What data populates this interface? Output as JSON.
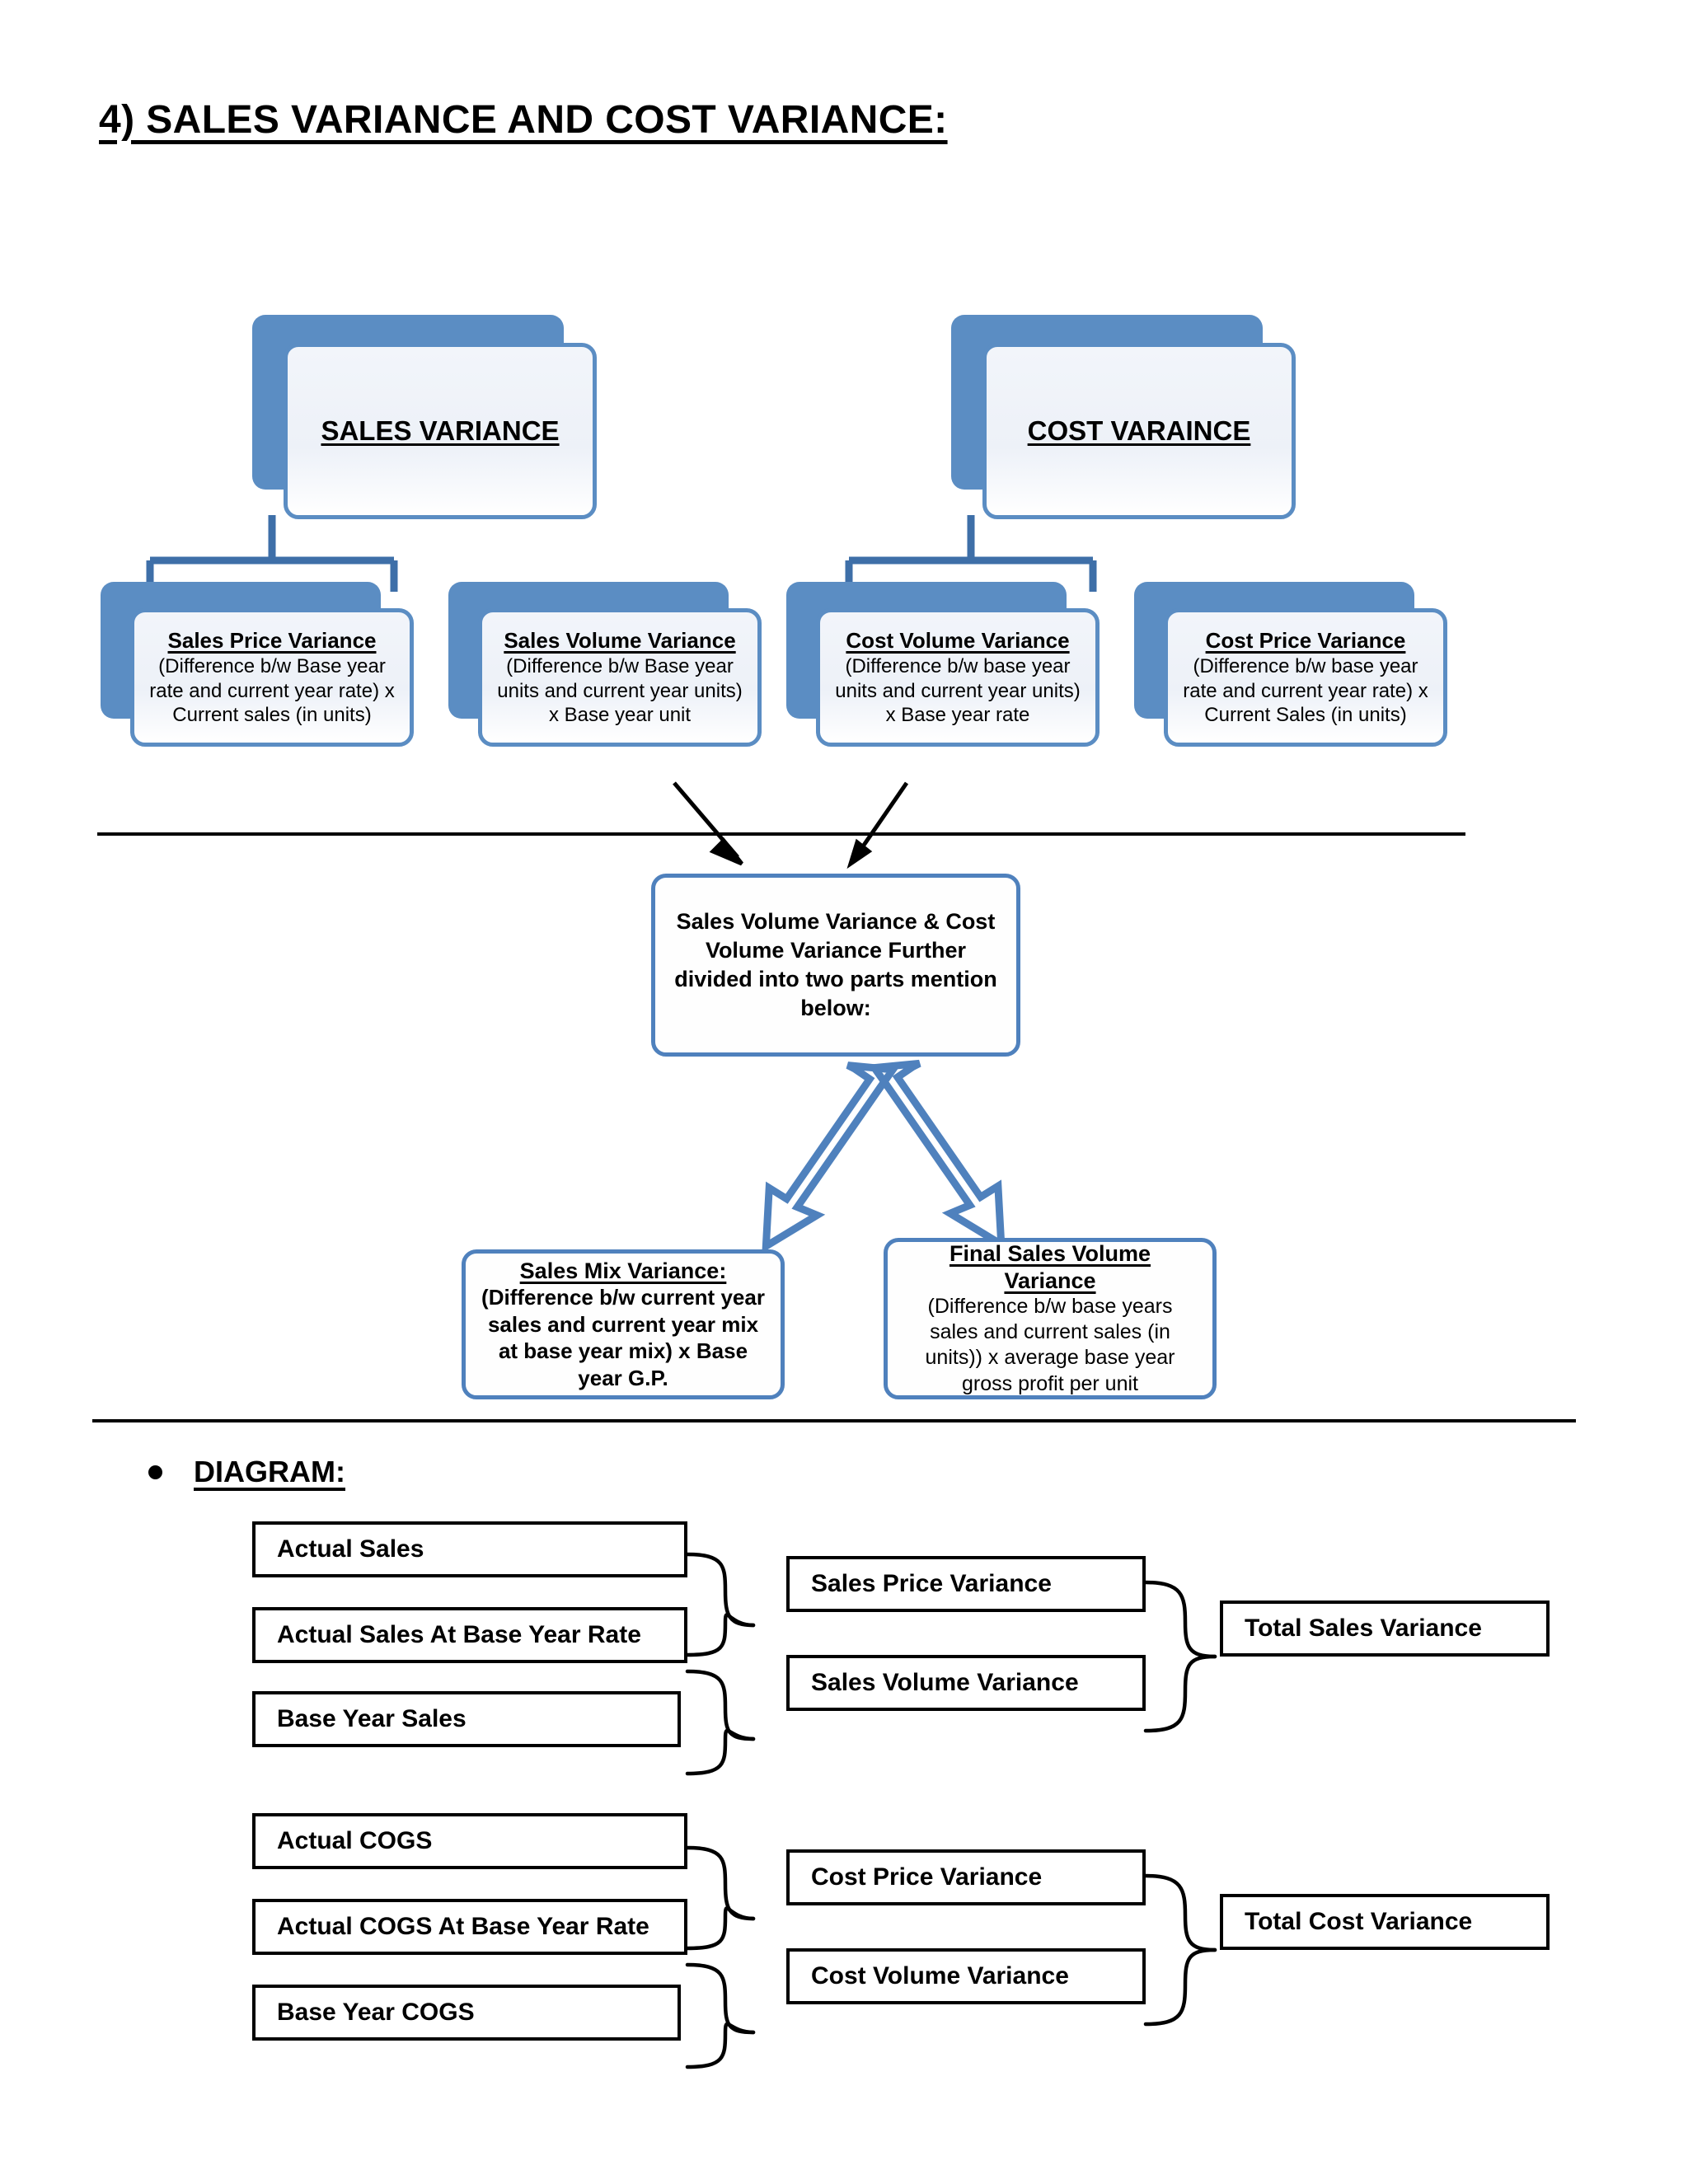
{
  "document": {
    "title": "4) SALES VARIANCE AND COST VARIANCE:"
  },
  "flowchart": {
    "level1": [
      {
        "title": "SALES VARIANCE"
      },
      {
        "title": "COST VARAINCE"
      }
    ],
    "level2": [
      {
        "title": "Sales Price Variance",
        "body": "(Difference b/w Base year rate and current year rate) x Current sales (in units)"
      },
      {
        "title": "Sales Volume Variance",
        "body": "(Difference b/w Base year units and current year units) x Base year unit"
      },
      {
        "title": "Cost Volume Variance",
        "body": "(Difference b/w base year units and current year units) x Base year rate"
      },
      {
        "title": "Cost Price Variance",
        "body": "(Difference b/w base year rate and current year rate) x Current Sales (in units)"
      }
    ],
    "merge_note": "Sales Volume Variance & Cost Volume Variance Further divided into two parts mention below:",
    "split": [
      {
        "title": "Sales Mix Variance:",
        "body": "(Difference b/w current year sales and current year mix at base year mix) x Base year G.P."
      },
      {
        "title": "Final Sales Volume Variance",
        "body": "(Difference b/w base years sales and current sales (in units)) x average base year gross profit per unit"
      }
    ]
  },
  "diagram_section": {
    "heading": "DIAGRAM:",
    "groups": [
      {
        "inputs": [
          "Actual Sales",
          "Actual Sales At Base Year Rate",
          "Base Year Sales"
        ],
        "variances": [
          "Sales Price Variance",
          "Sales Volume Variance"
        ],
        "total": "Total Sales Variance"
      },
      {
        "inputs": [
          "Actual COGS",
          "Actual COGS At Base Year Rate",
          "Base Year COGS"
        ],
        "variances": [
          "Cost Price Variance",
          "Cost Volume Variance"
        ],
        "total": "Total Cost Variance"
      }
    ]
  },
  "colors": {
    "accent_blue": "#4F81BD",
    "shadow_blue": "#5B8DC3",
    "box_fill": "#EDF1F8",
    "rule_black": "#000000"
  }
}
